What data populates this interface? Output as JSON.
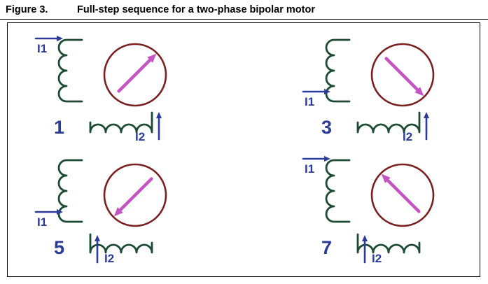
{
  "figure": {
    "label": "Figure 3.",
    "title": "Full-step sequence for a two-phase bipolar motor"
  },
  "colors": {
    "coil_green": "#1d4a33",
    "rotor_circle_red": "#7a1f1f",
    "rotor_arrow_magenta": "#c653c2",
    "current_blue": "#2a3b9a",
    "label_blue": "#2a3b9a",
    "caption_black": "#000000",
    "border_black": "#000000"
  },
  "panels": [
    {
      "number": "1",
      "i1_label": "I1",
      "i2_label": "I2",
      "rotor_direction": "up-right",
      "rotor_angle_deg": 45,
      "i1_position": "top",
      "i2_side": "right"
    },
    {
      "number": "3",
      "i1_label": "I1",
      "i2_label": "I2",
      "rotor_direction": "down-right",
      "rotor_angle_deg": -45,
      "i1_position": "mid",
      "i2_side": "right"
    },
    {
      "number": "5",
      "i1_label": "I1",
      "i2_label": "I2",
      "rotor_direction": "down-left",
      "rotor_angle_deg": 225,
      "i1_position": "mid",
      "i2_side": "left"
    },
    {
      "number": "7",
      "i1_label": "I1",
      "i2_label": "I2",
      "rotor_direction": "up-left",
      "rotor_angle_deg": 135,
      "i1_position": "top",
      "i2_side": "left"
    }
  ]
}
